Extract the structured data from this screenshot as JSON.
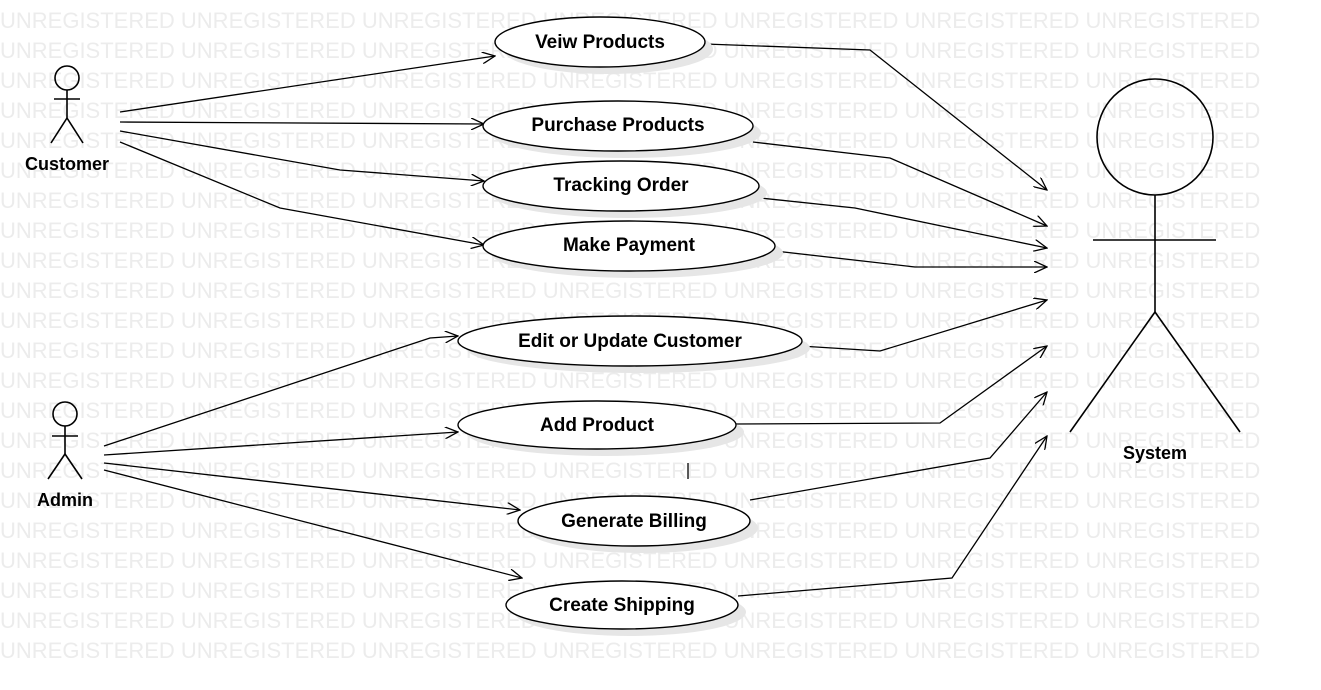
{
  "watermark": {
    "text": "UNREGISTERED UNREGISTERED UNREGISTERED UNREGISTERED UNREGISTERED UNREGISTERED UNREGISTERED",
    "color": "#ececec"
  },
  "actors": {
    "customer": "Customer",
    "admin": "Admin",
    "system": "System"
  },
  "use_cases": {
    "view_products": "Veiw Products",
    "purchase_products": "Purchase Products",
    "tracking_order": "Tracking Order",
    "make_payment": "Make Payment",
    "edit_update_customer": "Edit or Update Customer",
    "add_product": "Add Product",
    "generate_billing": "Generate Billing",
    "create_shipping": "Create Shipping"
  }
}
